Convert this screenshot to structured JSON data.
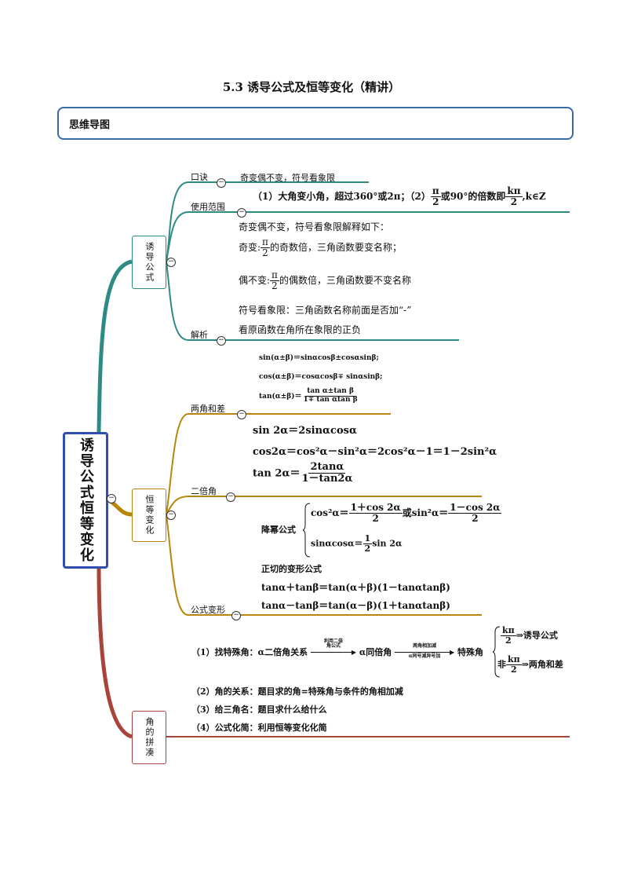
{
  "page": {
    "title": "5.3 诱导公式及恒等变化（精讲）",
    "section_label": "思维导图"
  },
  "root": {
    "label": "诱导公式恒等变化"
  },
  "branch_induction": {
    "label": "诱导公式",
    "koujue": {
      "label": "口诀",
      "text": "奇变偶不变，符号看象限"
    },
    "scope": {
      "label": "使用范围",
      "text_prefix": "（1）大角变小角，超过360°或2π；（2）",
      "frac1_num": "π",
      "frac1_den": "2",
      "text_middle": "或90°的倍数即",
      "frac2_num": "kπ",
      "frac2_den": "2",
      "text_suffix": ",k∈Z"
    },
    "explain": {
      "label": "解析",
      "line1": "奇变偶不变，符号看象限解释如下：",
      "line2_prefix": "奇变:",
      "line2_num": "π",
      "line2_den": "2",
      "line2_suffix": "的奇数倍，三角函数要变名称；",
      "line3_prefix": "偶不变:",
      "line3_num": "π",
      "line3_den": "2",
      "line3_suffix": "的偶数倍，三角函数要不变名称",
      "line4": "符号看象限：三角函数名称前面是否加“-”",
      "line5": "看原函数在角所在象限的正负"
    }
  },
  "branch_identity": {
    "label": "恒等变化",
    "sum_diff": {
      "label": "两角和差",
      "sin": "sin(α±β)＝sinαcosβ±cosαsinβ;",
      "cos": "cos(α±β)＝cosαcosβ∓ sinαsinβ;",
      "tan_prefix": "tan(α±β)＝",
      "tan_num": "tan α±tan β",
      "tan_den": "1∓ tan αtan β"
    },
    "double": {
      "label": "二倍角",
      "sin2": "sin 2α＝2sinαcosα",
      "cos2": "cos2α＝cos²α－sin²α＝2cos²α－1＝1－2sin²α",
      "tan2_prefix": "tan 2α＝",
      "tan2_num": "2tanα",
      "tan2_den": "1－tan2α",
      "reduce_label": "降幂公式",
      "reduce1_prefix": "cos²α＝",
      "reduce1_num": "1＋cos 2α",
      "reduce1_den": "2",
      "reduce1_mid": "或sin²α＝",
      "reduce2_num": "1－cos 2α",
      "reduce2_den": "2",
      "reduce3_prefix": "sinαcosα＝",
      "reduce3_num": "1",
      "reduce3_den": "2",
      "reduce3_suffix": "sin 2α"
    },
    "transform": {
      "label": "公式变形",
      "tan_note": "正切的变形公式",
      "tan_plus": "tanα＋tanβ＝tan(α＋β)(1－tanαtanβ)",
      "tan_minus": "tanα－tanβ＝tan(α－β)(1＋tanαtanβ)"
    }
  },
  "branch_angle": {
    "label": "角的拼凑",
    "step1_prefix": "（1）找特殊角：α二倍角关系",
    "arrow1_top": "利用二倍",
    "arrow1_bottom": "角公式",
    "step1_mid": "α同倍角",
    "arrow2_top": "两角相加减",
    "arrow2_bottom": "α同号减异号加",
    "step1_suffix": "特殊角",
    "case1_num": "kπ",
    "case1_den": "2",
    "case1_text": "⇒诱导公式",
    "case2_prefix": "非",
    "case2_num": "kπ",
    "case2_den": "2",
    "case2_text": "⇒两角和差",
    "step2": "（2）角的关系：题目求的角=特殊角与条件的角相加减",
    "step3": "（3）给三角名：题目求什么给什么",
    "step4": "（4）公式化简：利用恒等变化化简"
  },
  "colors": {
    "teal": "#2e8b84",
    "gold": "#b8860b",
    "red": "#a8443a",
    "blue": "#2e4fb0"
  }
}
